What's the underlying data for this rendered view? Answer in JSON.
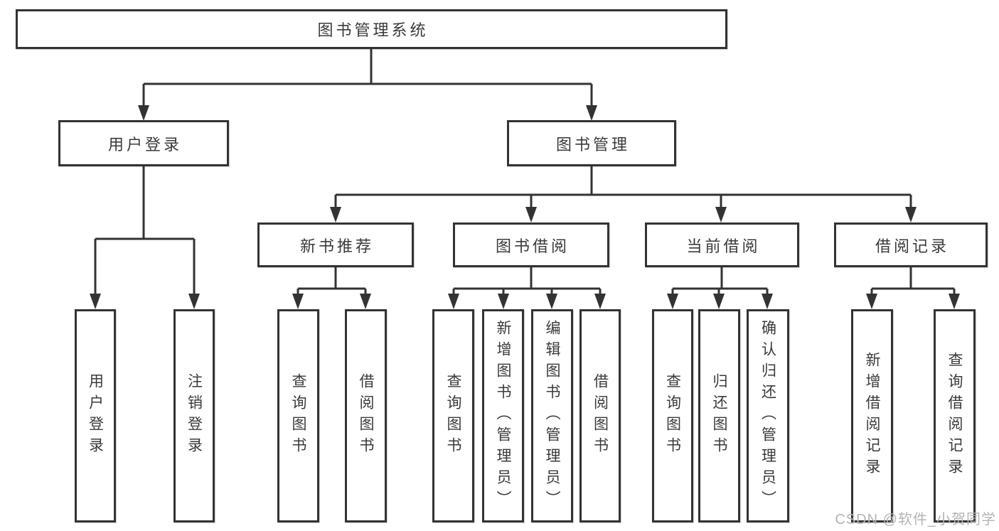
{
  "diagram_type": "hierarchy-tree",
  "tree": {
    "root": "图书管理系统",
    "login": {
      "label": "用户登录",
      "children": [
        "用户登录",
        "注销登录"
      ]
    },
    "mgmt": {
      "label": "图书管理",
      "sections": [
        {
          "label": "新书推荐",
          "children": [
            "查询图书",
            "借阅图书"
          ]
        },
        {
          "label": "图书借阅",
          "children": [
            "查询图书",
            "新增图书（管理员）",
            "编辑图书（管理员）",
            "借阅图书"
          ]
        },
        {
          "label": "当前借阅",
          "children": [
            "查询图书",
            "归还图书",
            "确认归还（管理员）"
          ]
        },
        {
          "label": "借阅记录",
          "children": [
            "新增借阅记录",
            "查询借阅记录"
          ]
        }
      ]
    }
  },
  "watermark": "CSDN @软件_小贺同学",
  "colors": {
    "line": "#333333",
    "text": "#3a3a3a",
    "box_fill": "#ffffff",
    "watermark": "#b4b4b4",
    "background": "#ffffff"
  }
}
